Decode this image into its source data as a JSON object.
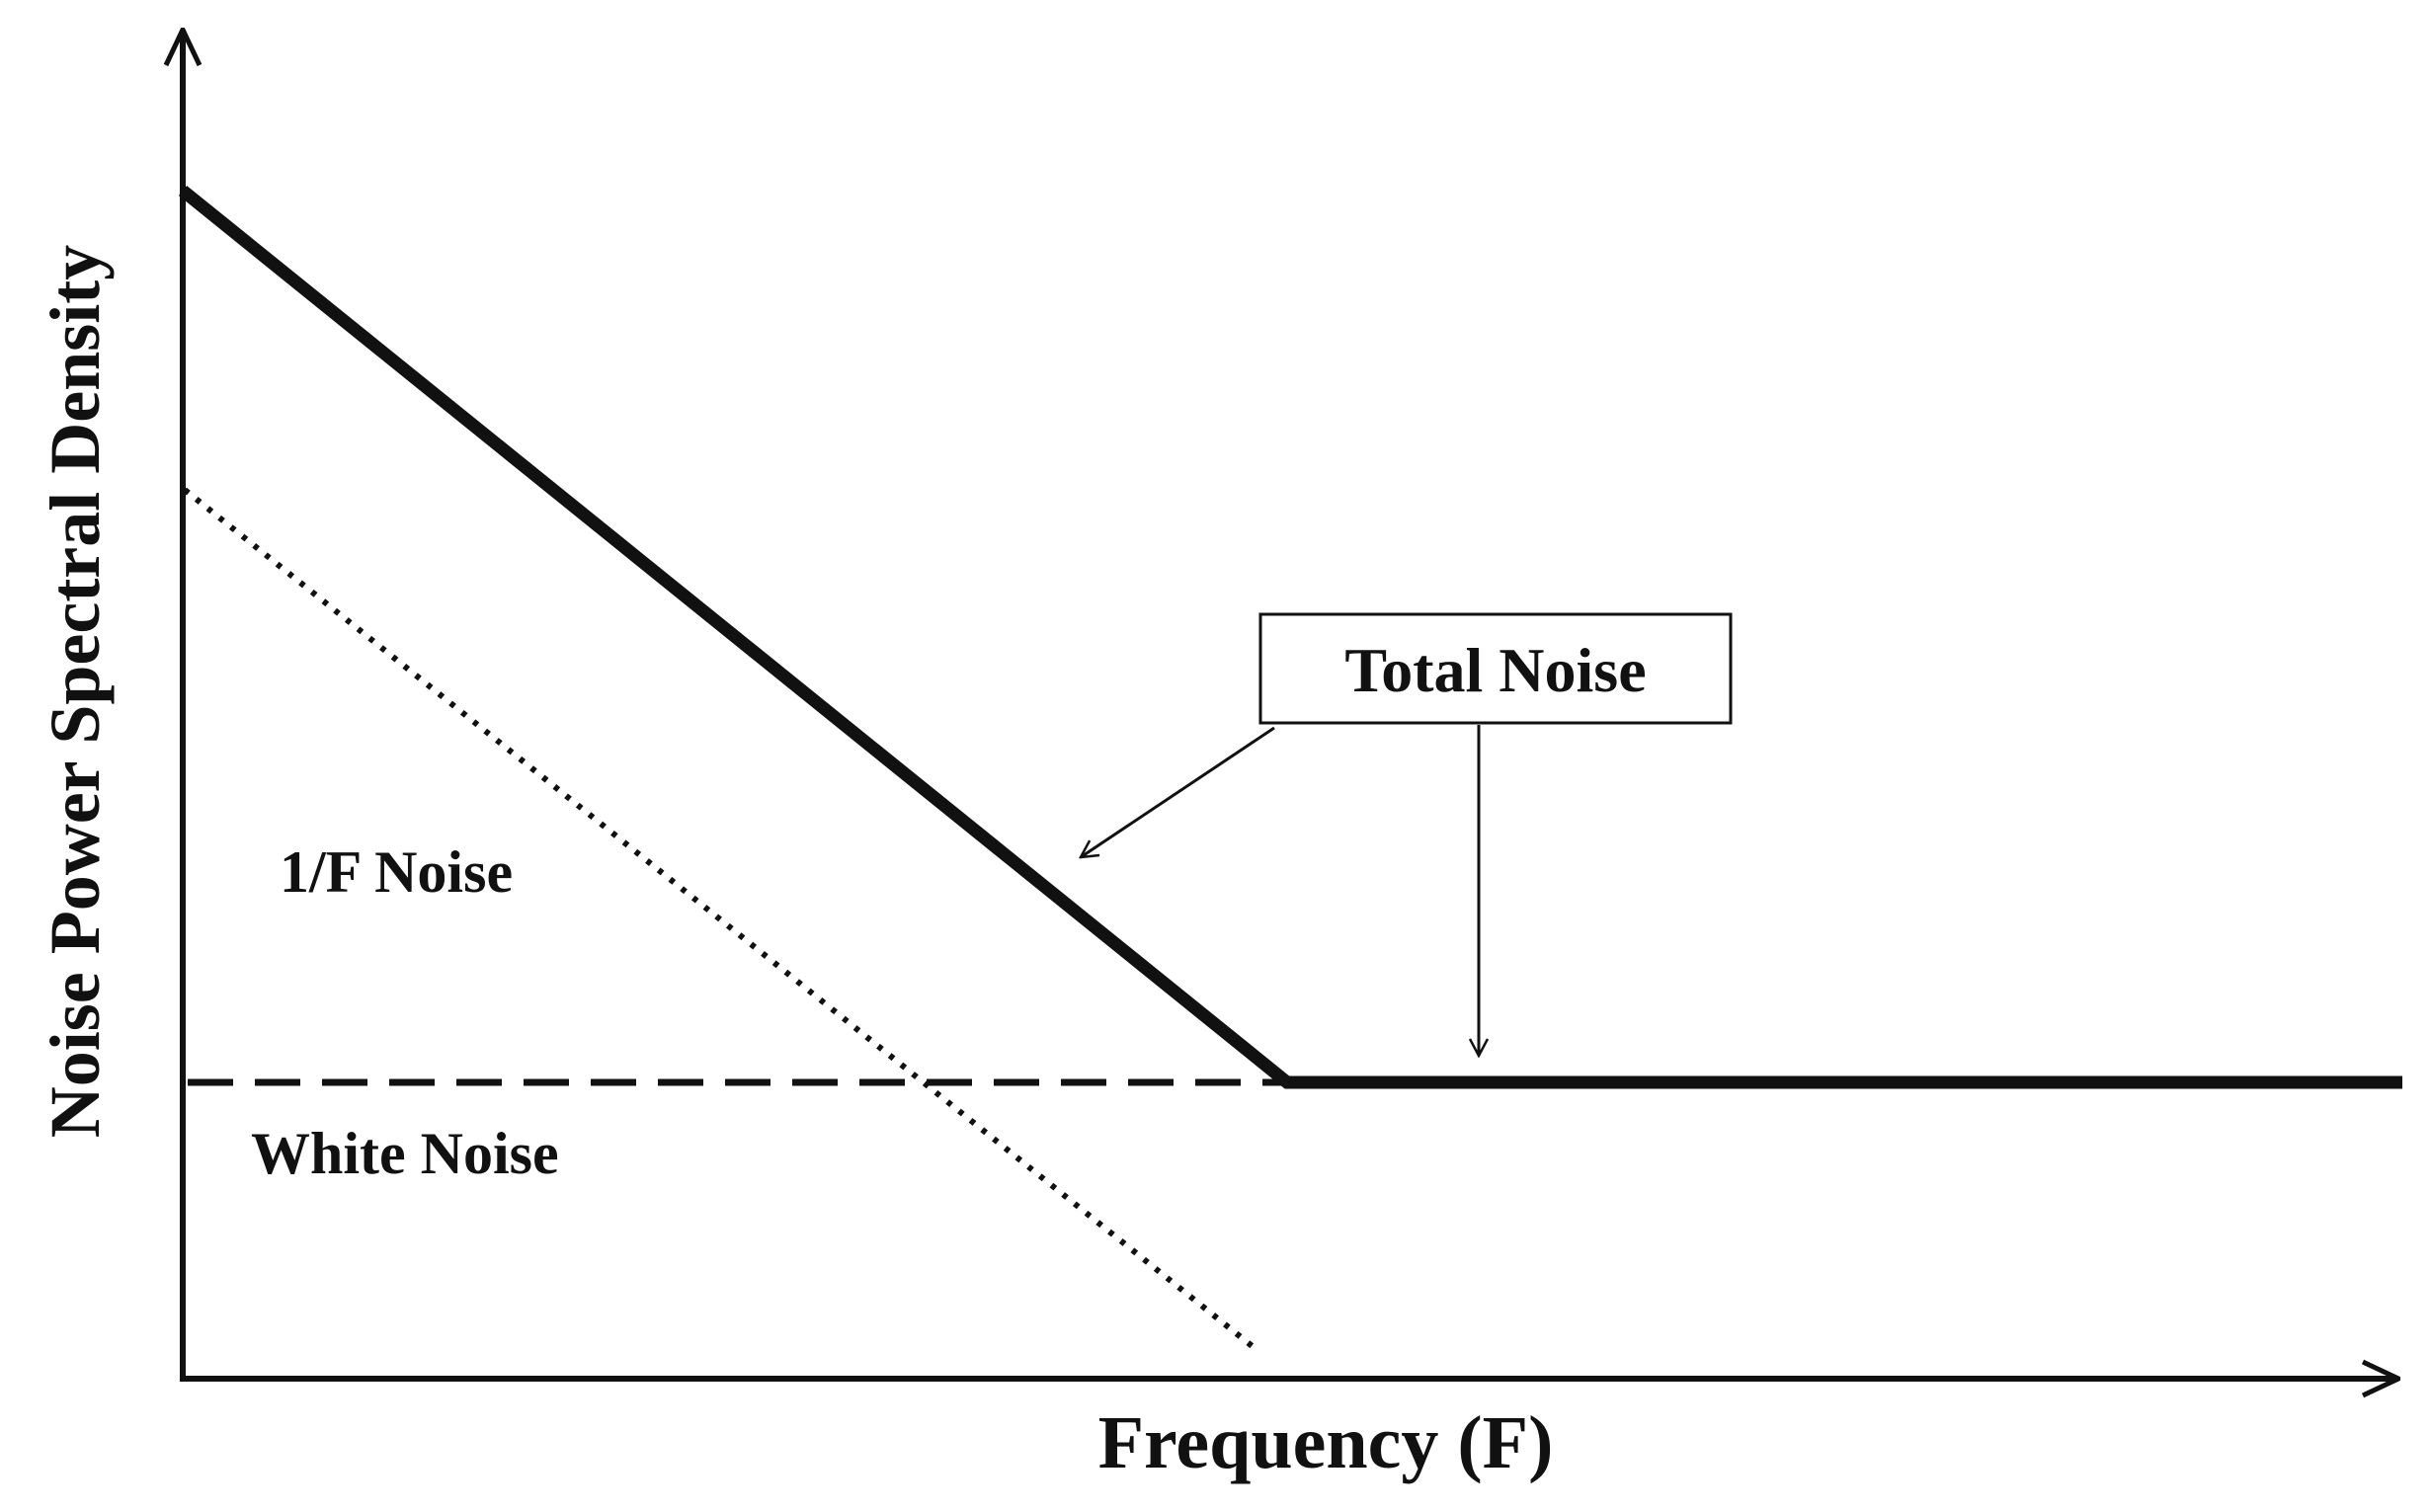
{
  "axes": {
    "x_label": "Frequency (F)",
    "y_label": "Noise Power Spectral Density"
  },
  "labels": {
    "total_noise": "Total Noise",
    "one_over_f_noise": "1/F Noise",
    "white_noise": "White Noise"
  },
  "styles": {
    "total_noise_line": "solid thick",
    "one_over_f_line": "dotted",
    "white_noise_line": "dashed"
  },
  "colors": {
    "ink": "#111111",
    "background": "#ffffff"
  }
}
